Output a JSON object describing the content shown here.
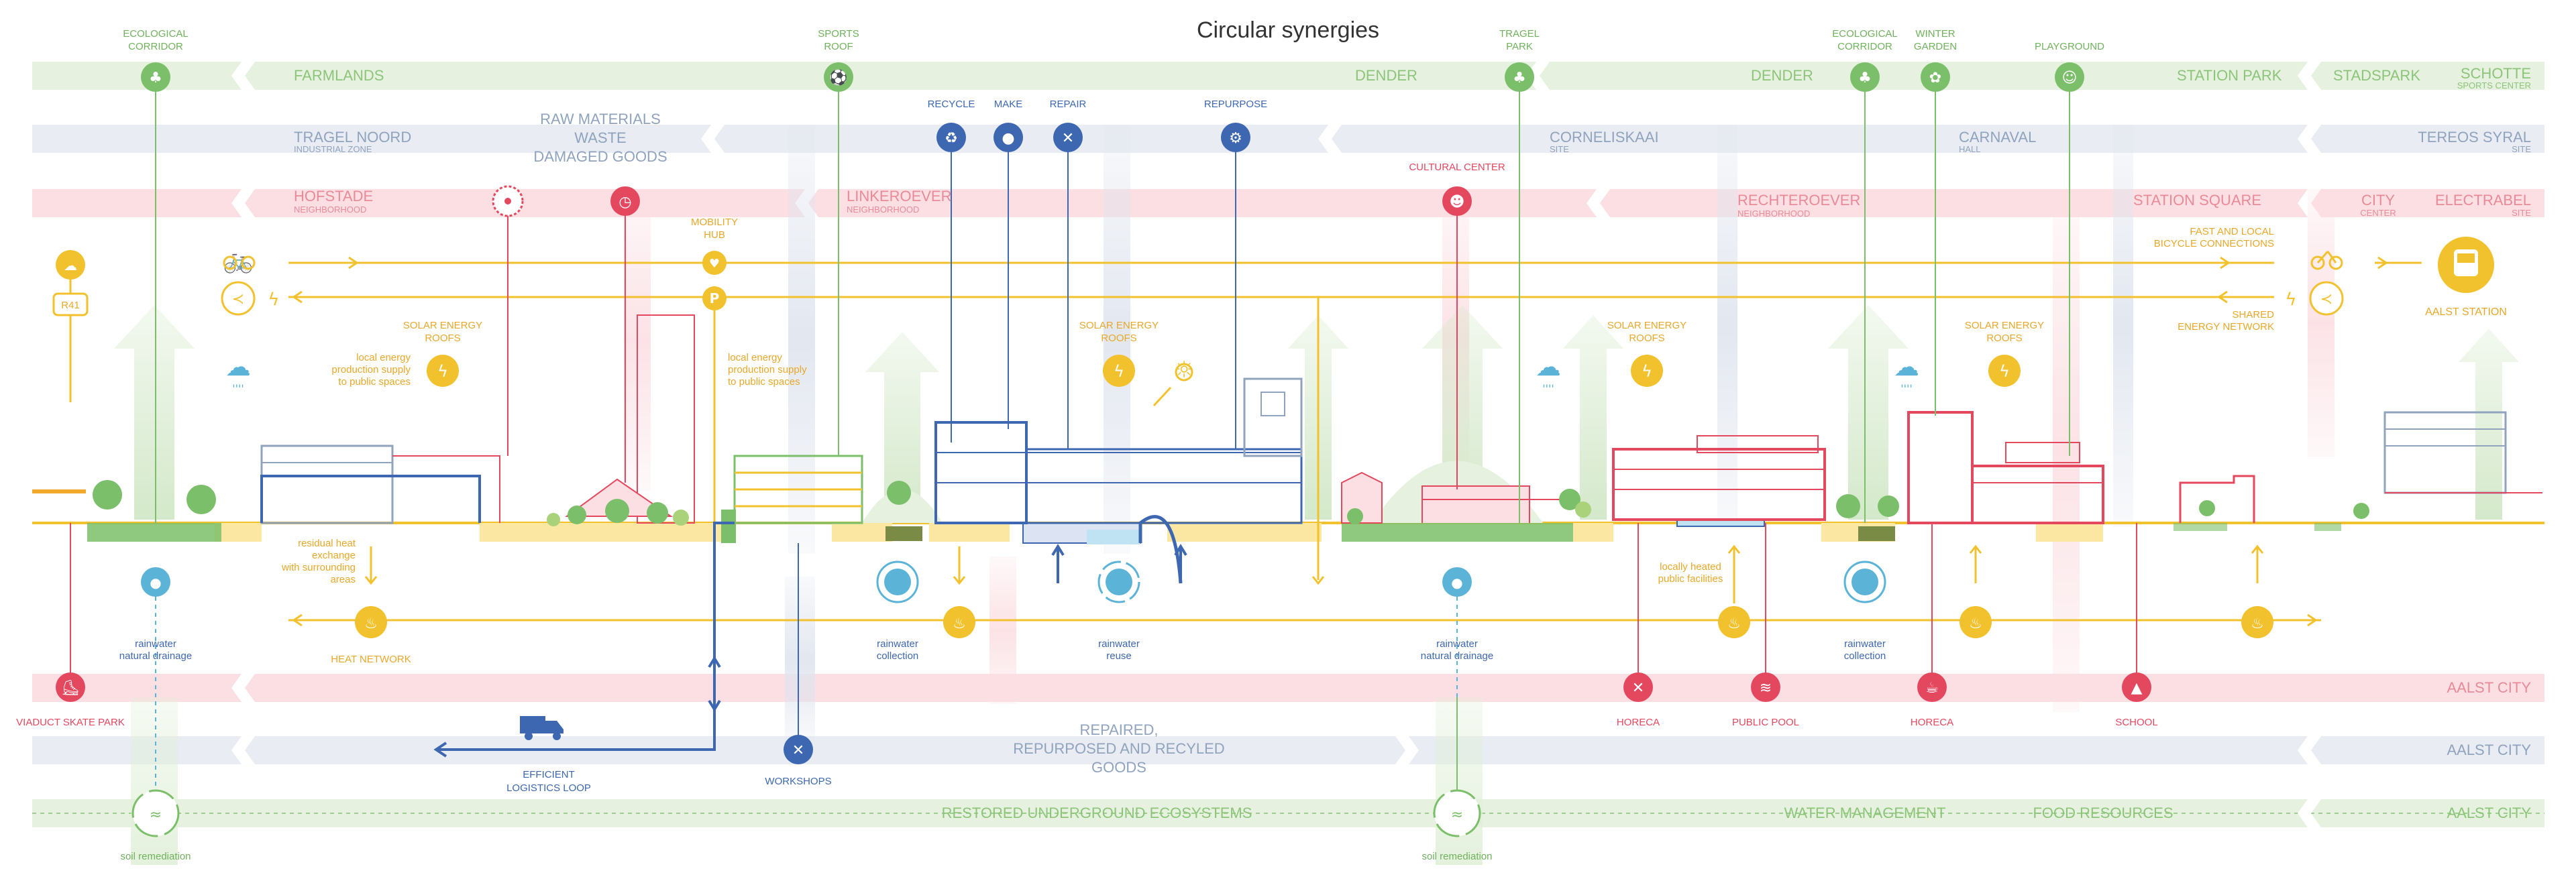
{
  "title": "Circular synergies",
  "colors": {
    "green": "#7bbf6a",
    "green_band": "#e6f2df",
    "grey": "#8fa3bf",
    "grey_band": "#e9ecf2",
    "red": "#e4485f",
    "red_band": "#fbdfe3",
    "blue": "#3d67b1",
    "yellow": "#f2c12e",
    "orange": "#f0a92a",
    "sky": "#5bb3d8"
  },
  "bands": {
    "farmlands": "FARMLANDS",
    "dender_1": "DENDER",
    "dender_2": "DENDER",
    "station_park": "STATION PARK",
    "stadspark": "STADSPARK",
    "schotte": "SCHOTTE",
    "schotte_sub": "SPORTS CENTER",
    "tragel_noord": "TRAGEL NOORD",
    "tragel_noord_sub": "INDUSTRIAL ZONE",
    "raw_materials": "RAW MATERIALS",
    "waste": "WASTE",
    "damaged_goods": "DAMAGED GOODS",
    "corneliskaai": "CORNELISKAAI",
    "corneliskaai_sub": "SITE",
    "carnaval": "CARNAVAL",
    "carnaval_sub": "HALL",
    "tereos": "TEREOS SYRAL",
    "tereos_sub": "SITE",
    "hofstade": "HOFSTADE",
    "hofstade_sub": "NEIGHBORHOOD",
    "linkeroever": "LINKEROEVER",
    "linkeroever_sub": "NEIGHBORHOOD",
    "rechteroever": "RECHTEROEVER",
    "rechteroever_sub": "NEIGHBORHOOD",
    "station_square": "STATION SQUARE",
    "city": "CITY",
    "city_sub": "CENTER",
    "electrabel": "ELECTRABEL",
    "electrabel_sub": "SITE",
    "aalst_city_1": "AALST CITY",
    "aalst_city_2": "AALST CITY",
    "aalst_city_3": "AALST CITY",
    "repaired_1": "REPAIRED,",
    "repaired_2": "REPURPOSED AND RECYLED",
    "repaired_3": "GOODS",
    "restored": "RESTORED UNDERGROUND ECOSYSTEMS",
    "water_mgmt": "WATER MANAGEMENT",
    "food": "FOOD RESOURCES"
  },
  "labels": {
    "eco_corridor_1a": "ECOLOGICAL",
    "eco_corridor_1b": "CORRIDOR",
    "sports_roof_a": "SPORTS",
    "sports_roof_b": "ROOF",
    "tragel_park_a": "TRAGEL",
    "tragel_park_b": "PARK",
    "eco_corridor_2a": "ECOLOGICAL",
    "eco_corridor_2b": "CORRIDOR",
    "winter_garden_a": "WINTER",
    "winter_garden_b": "GARDEN",
    "playground": "PLAYGROUND",
    "recycle": "RECYCLE",
    "make": "MAKE",
    "repair": "REPAIR",
    "repurpose": "REPURPOSE",
    "cultural_center": "CULTURAL CENTER",
    "mobility_hub_a": "MOBILITY",
    "mobility_hub_b": "HUB",
    "fast_local_a": "FAST AND LOCAL",
    "fast_local_b": "BICYCLE CONNECTIONS",
    "shared_energy_a": "SHARED",
    "shared_energy_b": "ENERGY NETWORK",
    "aalst_station": "AALST STATION",
    "r41": "R41",
    "solar_1a": "SOLAR ENERGY",
    "solar_1b": "ROOFS",
    "solar_2a": "SOLAR ENERGY",
    "solar_2b": "ROOFS",
    "solar_3a": "SOLAR ENERGY",
    "solar_3b": "ROOFS",
    "solar_4a": "SOLAR ENERGY",
    "solar_4b": "ROOFS",
    "local_energy_1a": "local energy",
    "local_energy_1b": "production supply",
    "local_energy_1c": "to public spaces",
    "local_energy_2a": "local energy",
    "local_energy_2b": "production supply",
    "local_energy_2c": "to public spaces",
    "residual_a": "residual heat",
    "residual_b": "exchange",
    "residual_c": "with surrounding",
    "residual_d": "areas",
    "heat_network": "HEAT NETWORK",
    "rainwater_drain_1a": "rainwater",
    "rainwater_drain_1b": "natural drainage",
    "rainwater_drain_2a": "rainwater",
    "rainwater_drain_2b": "natural drainage",
    "rain_collect_1a": "rainwater",
    "rain_collect_1b": "collection",
    "rain_collect_2a": "rainwater",
    "rain_collect_2b": "collection",
    "rain_reuse_a": "rainwater",
    "rain_reuse_b": "reuse",
    "heated_a": "locally heated",
    "heated_b": "public facilities",
    "viaduct": "VIADUCT SKATE PARK",
    "horeca_1": "HORECA",
    "public_pool": "PUBLIC POOL",
    "horeca_2": "HORECA",
    "school": "SCHOOL",
    "logistics_a": "EFFICIENT",
    "logistics_b": "LOGISTICS LOOP",
    "workshops": "WORKSHOPS",
    "soil_1": "soil remediation",
    "soil_2": "soil remediation"
  },
  "icons": {
    "eco": "tree-icon",
    "sports": "runner-icon",
    "recycle": "recycle-icon",
    "make": "lightbulb-icon",
    "repair": "tools-icon",
    "repurpose": "gear-icon",
    "cultural": "theater-masks-icon",
    "bike": "bicycle-icon",
    "share": "share-icon",
    "bolt": "lightning-icon",
    "train": "train-icon",
    "fire": "flame-icon",
    "drop": "water-drop-icon",
    "truck": "truck-icon",
    "skate": "skater-icon",
    "horeca": "cutlery-icon",
    "pool": "swimmer-icon",
    "coffee": "cup-icon",
    "school": "graduation-cap-icon",
    "clock": "clock-icon",
    "parking": "parking-icon"
  }
}
